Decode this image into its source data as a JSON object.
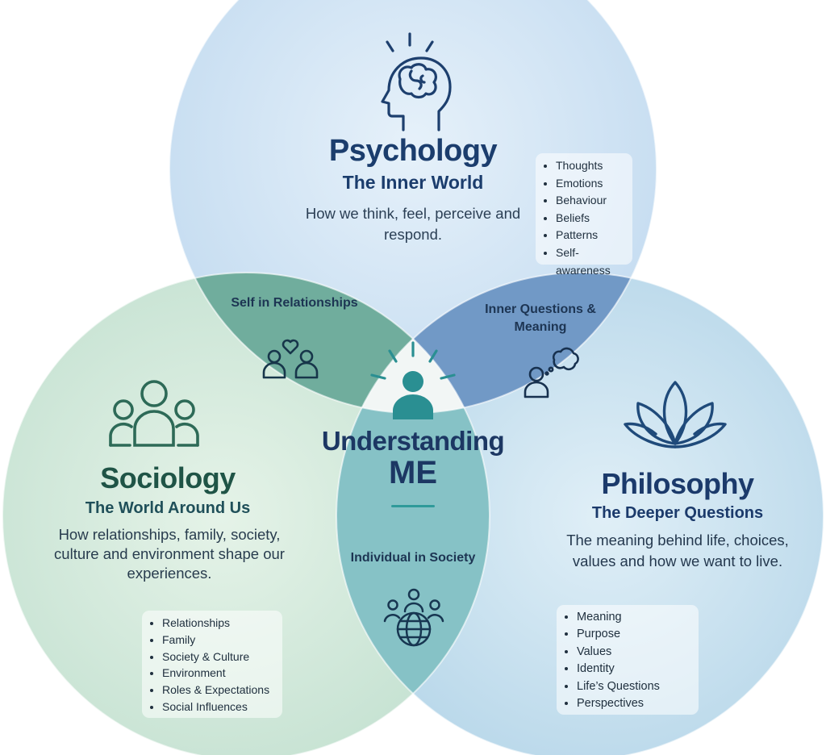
{
  "center": {
    "title": "Understanding",
    "subtitle": "ME"
  },
  "psychology": {
    "title": "Psychology",
    "subtitle": "The Inner World",
    "description": "How we think, feel, perceive and respond.",
    "items": [
      "Thoughts",
      "Emotions",
      "Behaviour",
      "Beliefs",
      "Patterns",
      "Self-awareness"
    ],
    "icon": "head-brain-icon",
    "color": "#cfe3f4"
  },
  "sociology": {
    "title": "Sociology",
    "subtitle": "The World Around Us",
    "description": "How relationships, family, society, culture and environment shape our experiences.",
    "items": [
      "Relationships",
      "Family",
      "Society & Culture",
      "Environment",
      "Roles & Expectations",
      "Social Influences"
    ],
    "icon": "people-group-icon",
    "color": "#d7ecdf"
  },
  "philosophy": {
    "title": "Philosophy",
    "subtitle": "The Deeper Questions",
    "description": "The meaning behind life, choices, values and how we want to live.",
    "items": [
      "Meaning",
      "Purpose",
      "Values",
      "Identity",
      "Life’s Questions",
      "Perspectives"
    ],
    "icon": "lotus-icon",
    "color": "#c7e1ef"
  },
  "overlaps": {
    "psychology_sociology": {
      "label": "Self in Relationships",
      "icon": "people-heart-icon",
      "color": "#6fab9c"
    },
    "psychology_philosophy": {
      "label": "Inner Questions & Meaning",
      "icon": "person-thought-icon",
      "color": "#6f97c4"
    },
    "sociology_philosophy": {
      "label": "Individual in Society",
      "icon": "globe-people-icon",
      "color": "#87c3c7"
    }
  },
  "center_icon": "person-radiant-icon"
}
